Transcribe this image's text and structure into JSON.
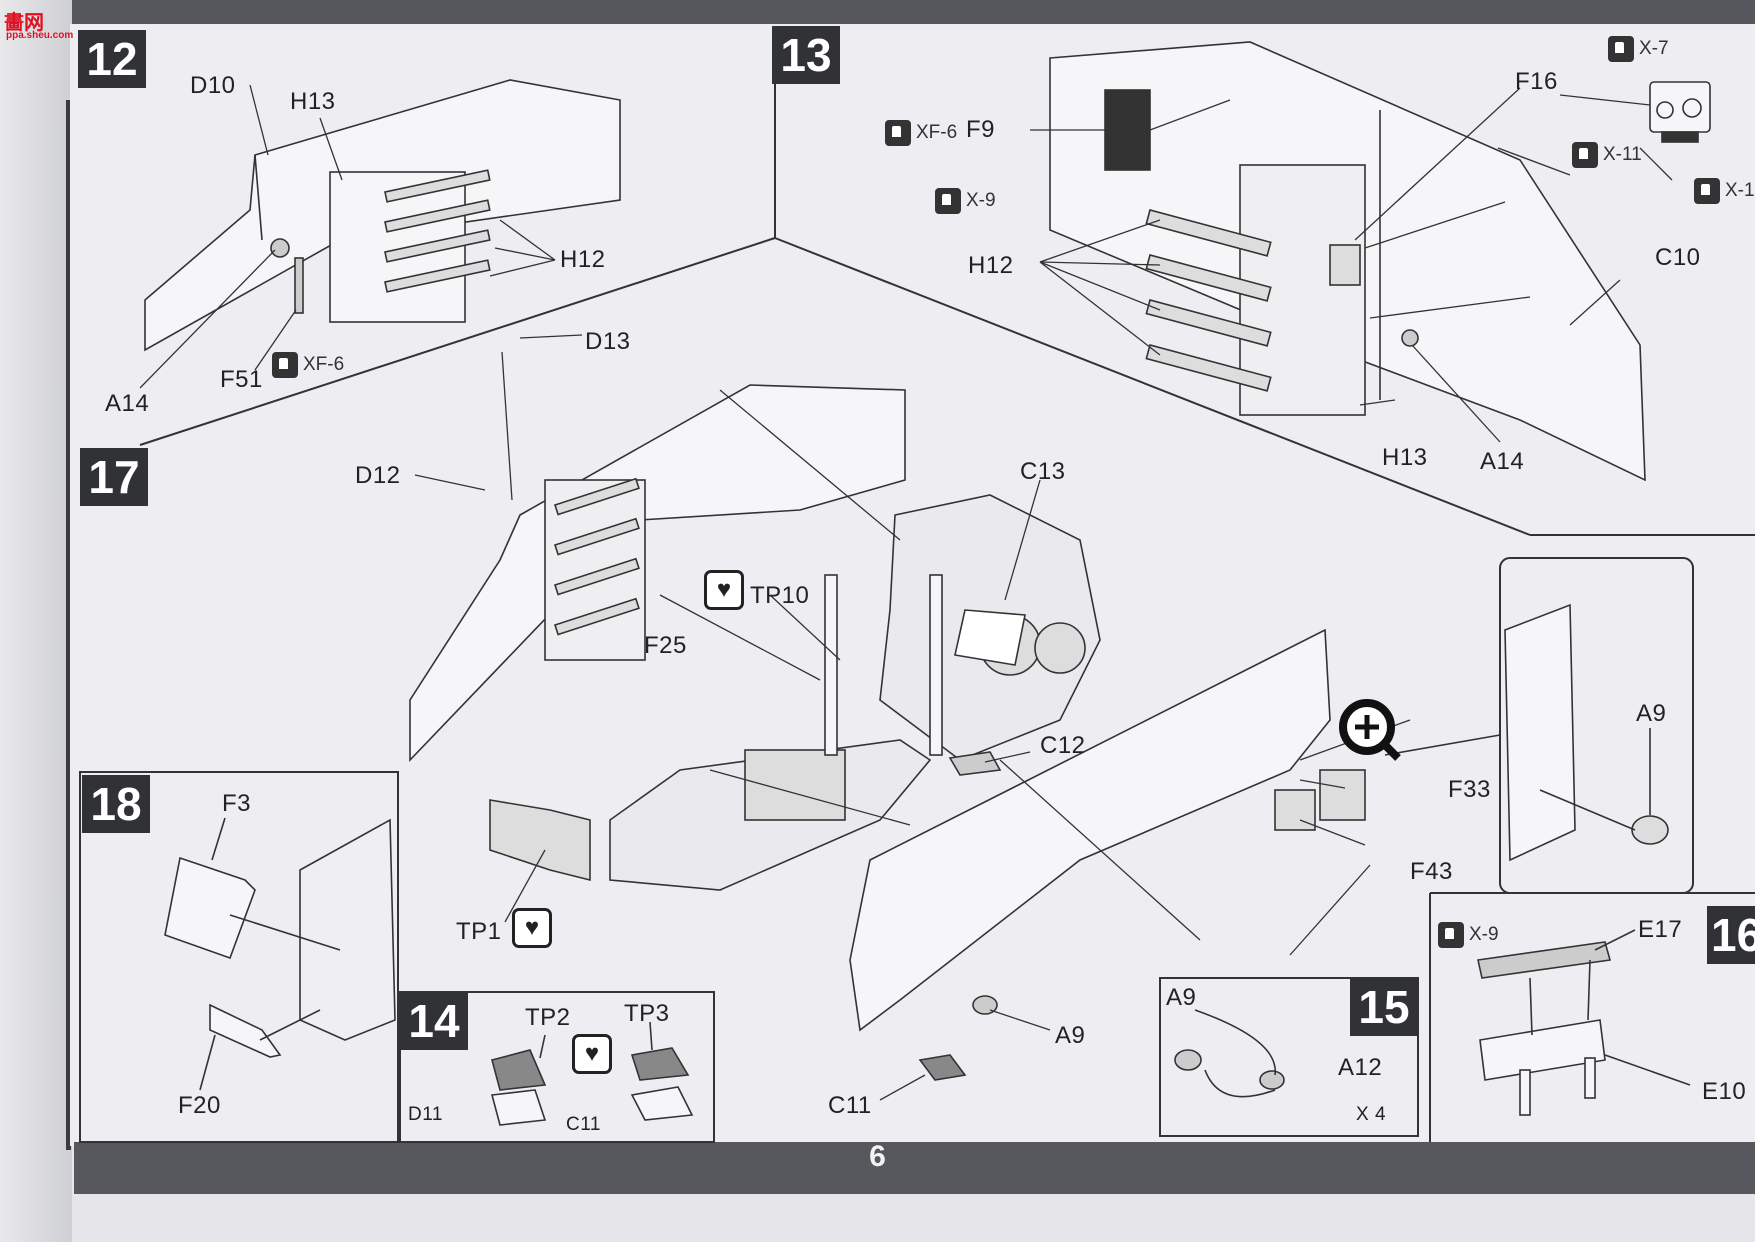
{
  "watermark": {
    "logo_text": "畵网",
    "logo_sub": "ppa.sheu.com"
  },
  "page_number": "6",
  "steps": {
    "s12": "12",
    "s13": "13",
    "s14": "14",
    "s15": "15",
    "s16": "16",
    "s17": "17",
    "s18": "18"
  },
  "parts": {
    "D10": "D10",
    "H13_a": "H13",
    "H12_a": "H12",
    "A14_a": "A14",
    "F51": "F51",
    "F9": "F9",
    "F16": "F16",
    "H12_b": "H12",
    "C10": "C10",
    "H13_b": "H13",
    "A14_b": "A14",
    "D13": "D13",
    "D12": "D12",
    "C13": "C13",
    "TP10": "TP10",
    "F25": "F25",
    "C12": "C12",
    "F33": "F33",
    "F43": "F43",
    "A9_zoom": "A9",
    "A9_main": "A9",
    "C11_main": "C11",
    "TP1": "TP1",
    "F3": "F3",
    "F20": "F20",
    "TP2": "TP2",
    "TP3": "TP3",
    "D11": "D11",
    "C11_s14": "C11",
    "A9_s15": "A9",
    "A12": "A12",
    "x4": "X 4",
    "E17": "E17",
    "E10": "E10"
  },
  "paints": {
    "xf6_a": "XF-6",
    "xf6_b": "XF-6",
    "x9_a": "X-9",
    "x7": "X-7",
    "x11": "X-11",
    "x1": "X-1",
    "x9_b": "X-9"
  },
  "icons": {
    "glue": "glue-tube-icon",
    "paint": "paint-bottle-icon",
    "zoom": "magnifier-plus-icon"
  },
  "colors": {
    "step_badge": "#303236",
    "bar": "#56585e",
    "line": "#333333"
  }
}
